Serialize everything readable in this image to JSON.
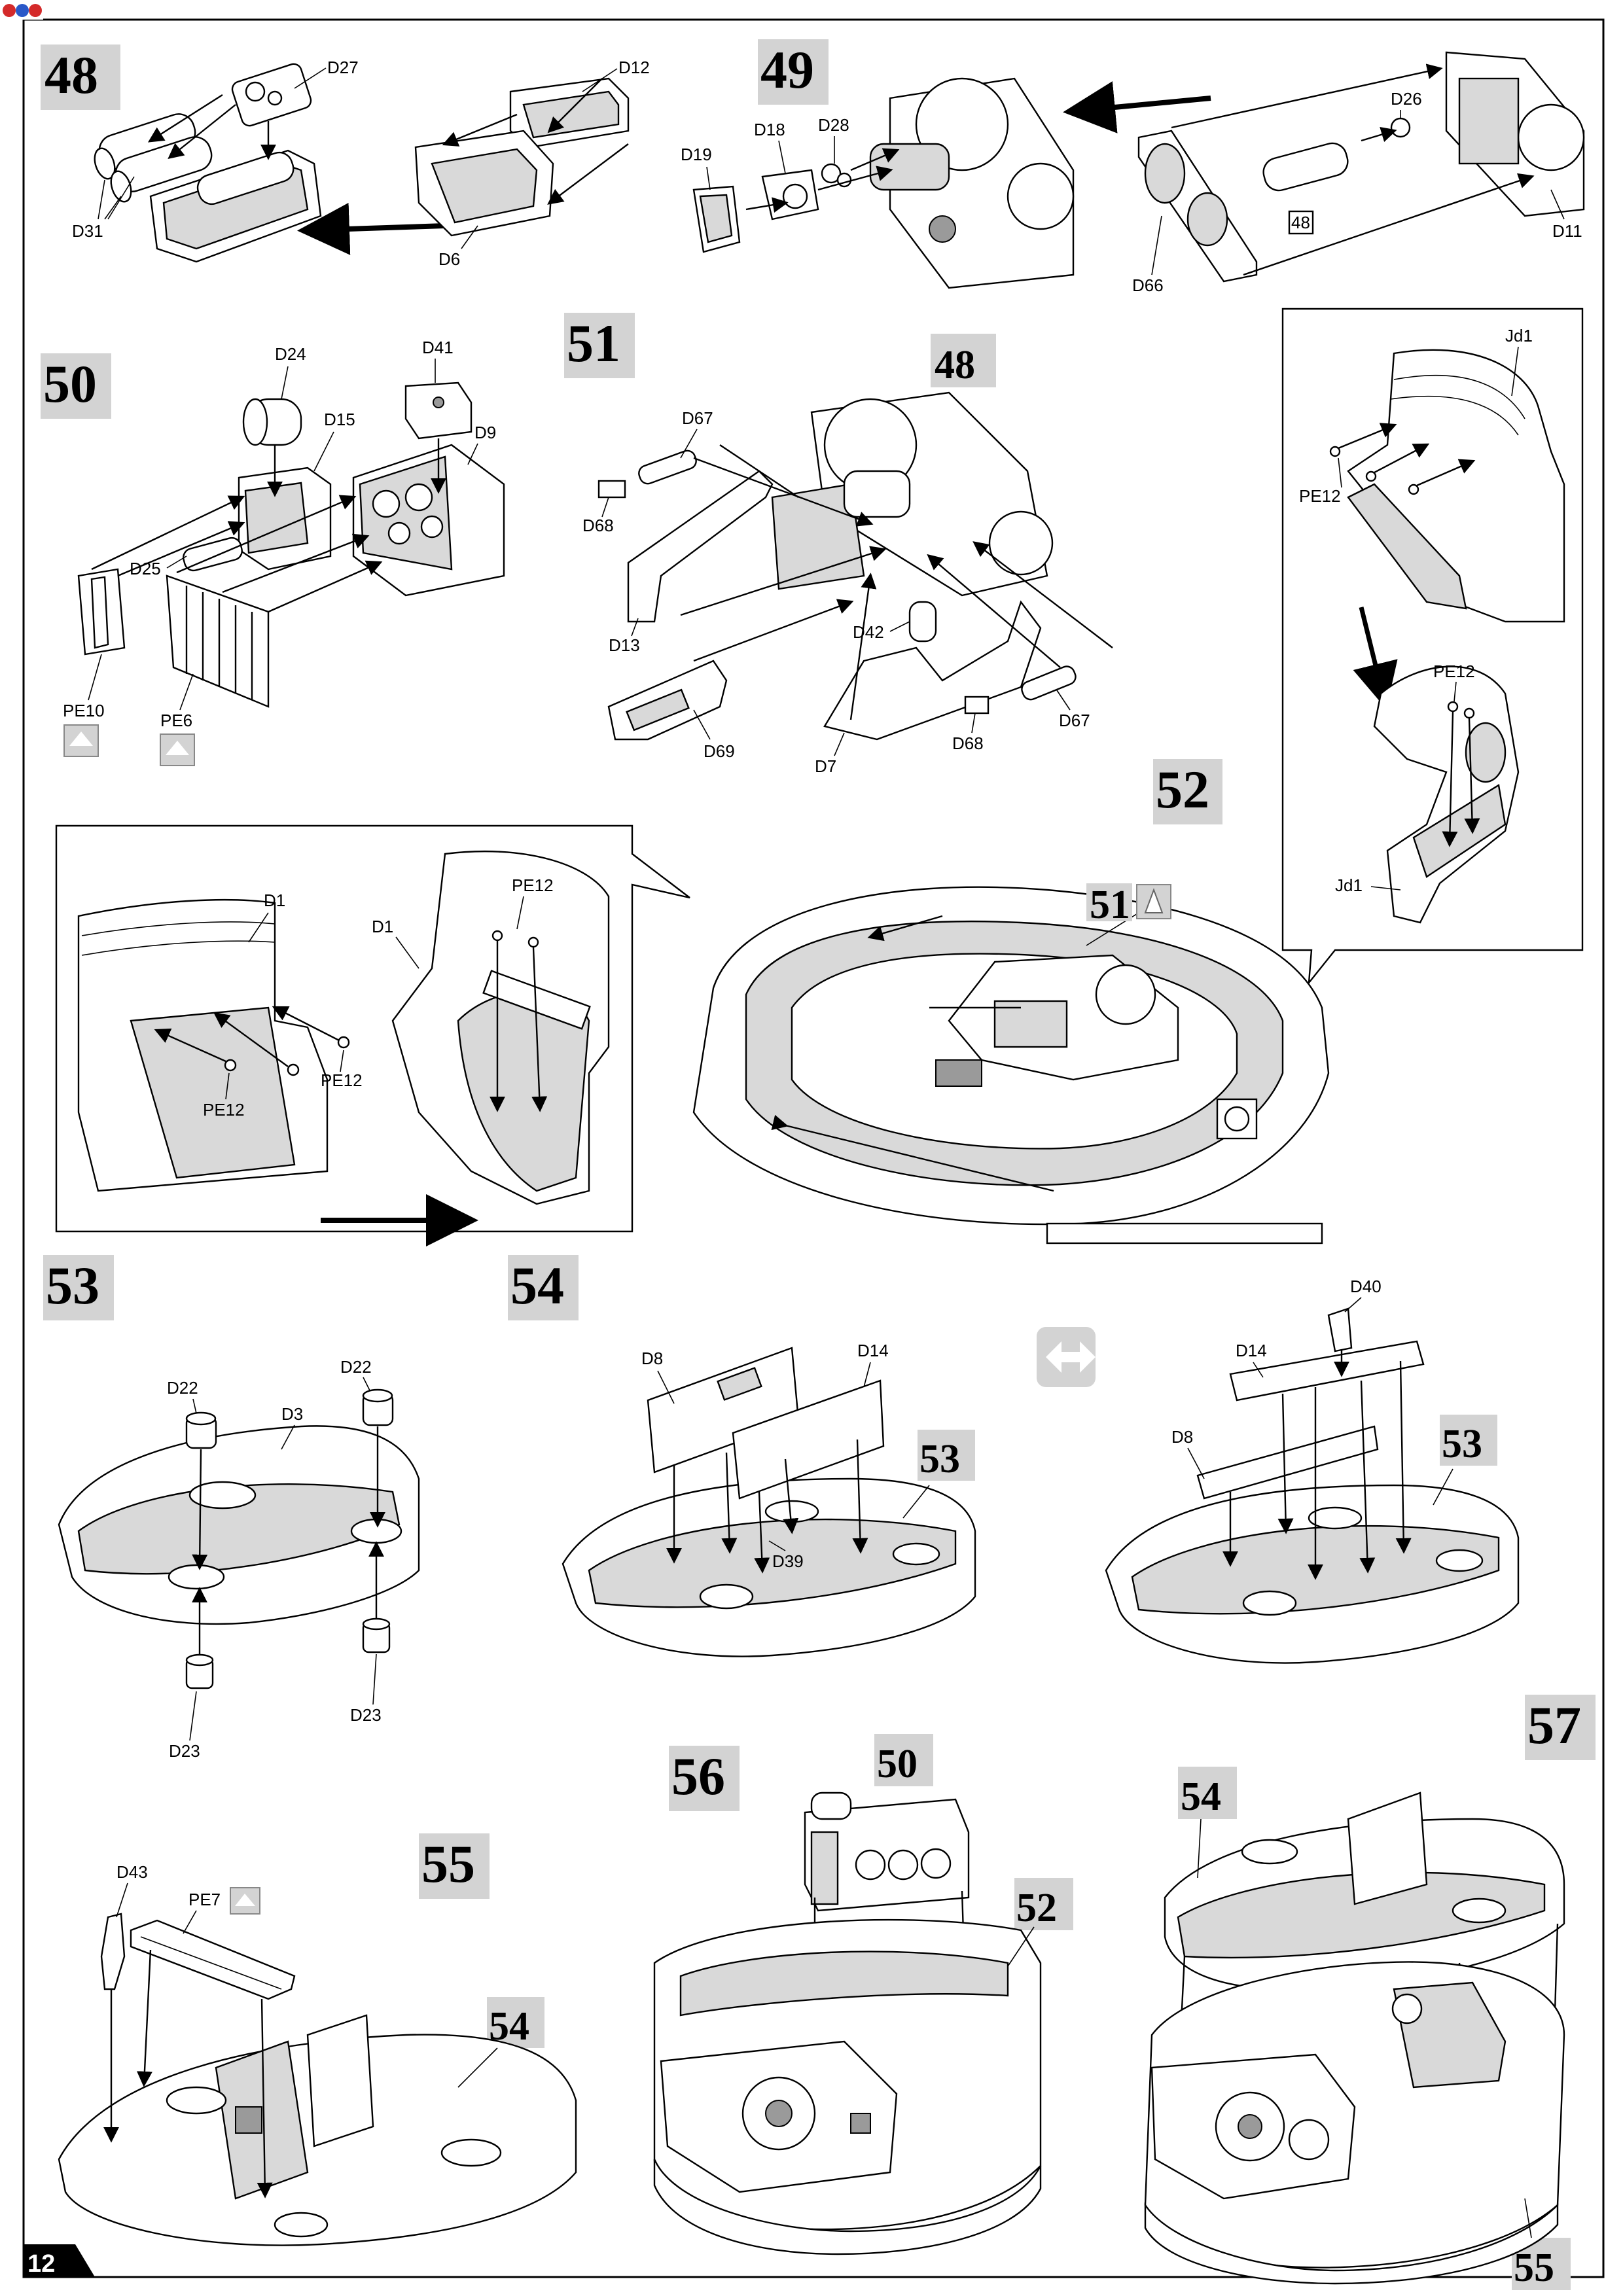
{
  "page_number": "12",
  "steps": [
    {
      "id": "48",
      "labels": [
        "D27",
        "D31",
        "D12",
        "D6"
      ]
    },
    {
      "id": "49",
      "labels": [
        "D19",
        "D18",
        "D28",
        "D26",
        "D11",
        "D66"
      ],
      "ref": "48"
    },
    {
      "id": "50",
      "labels": [
        "D24",
        "D15",
        "D41",
        "D9",
        "D25",
        "PE10",
        "PE6"
      ]
    },
    {
      "id": "51",
      "labels": [
        "D67",
        "D68",
        "D13",
        "D42",
        "D69",
        "D7",
        "D67",
        "D68"
      ],
      "ref": "48"
    },
    {
      "id": "52",
      "labels": [
        "Jd1",
        "PE12",
        "PE12",
        "Jd1",
        "D1",
        "PE12",
        "PE12",
        "D1",
        "PE12"
      ],
      "ref": "51"
    },
    {
      "id": "53",
      "labels": [
        "D22",
        "D22",
        "D3",
        "D23",
        "D23"
      ]
    },
    {
      "id": "54",
      "labels": [
        "D8",
        "D14",
        "D39",
        "D40",
        "D14",
        "D8"
      ],
      "refs": [
        "53",
        "53"
      ]
    },
    {
      "id": "55",
      "labels": [
        "D43",
        "PE7"
      ],
      "ref": "54"
    },
    {
      "id": "56",
      "refs": [
        "50",
        "52"
      ]
    },
    {
      "id": "57",
      "refs": [
        "54",
        "55"
      ]
    }
  ]
}
